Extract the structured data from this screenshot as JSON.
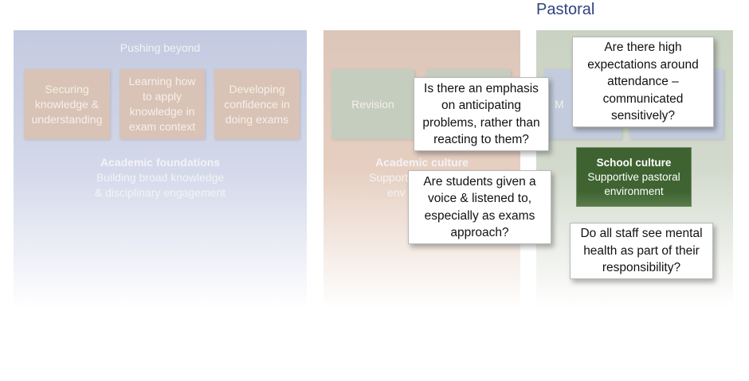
{
  "title": "Pastoral",
  "academic_foundations": {
    "top_label": "Pushing beyond",
    "boxes": [
      "Securing knowledge & understanding",
      "Learning how to apply knowledge in exam context",
      "Developing confidence in doing exams"
    ],
    "heading": "Academic foundations",
    "subtitle_lines": [
      "Building broad knowledge",
      "& disciplinary engagement"
    ]
  },
  "academic_culture": {
    "box_label": "Revision",
    "heading": "Academic culture",
    "subtitle_fragments": [
      "Support",
      "env"
    ]
  },
  "pastoral": {
    "box_fragment": "M",
    "school_culture": {
      "heading": "School culture",
      "subtitle_lines": [
        "Supportive pastoral",
        "environment"
      ]
    }
  },
  "callouts": [
    "Is there an emphasis on anticipating problems, rather than reacting to them?",
    "Are there high expectations around attendance – communicated sensitively?",
    "Are students given a voice & listened to, especially as exams approach?",
    "Do all staff see mental health as part of their responsibility?"
  ]
}
